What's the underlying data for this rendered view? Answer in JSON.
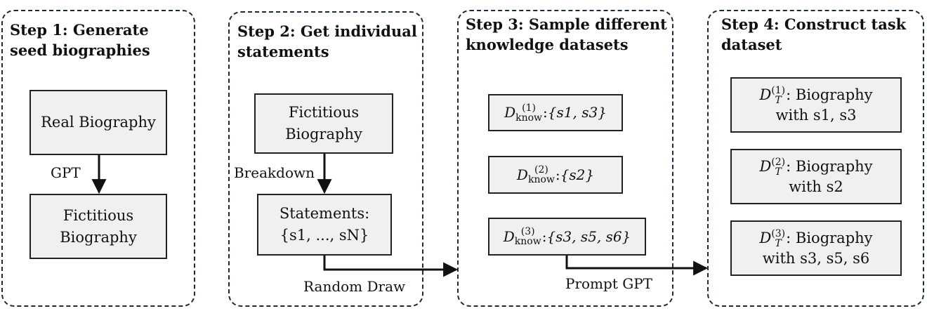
{
  "steps": [
    {
      "title": "Step 1: Generate seed biographies"
    },
    {
      "title": "Step 2: Get individual statements"
    },
    {
      "title": "Step 3: Sample different knowledge datasets"
    },
    {
      "title": "Step 4: Construct task dataset"
    }
  ],
  "step1": {
    "real_bio": "Real Biography",
    "gpt_label": "GPT",
    "fictitious_bio": "Fictitious Biography"
  },
  "step2": {
    "fictitious_bio": "Fictitious Biography",
    "breakdown_label": "Breakdown",
    "statements_label": "Statements:",
    "statements_set": "{s1, ..., sN}",
    "random_draw_label": "Random Draw"
  },
  "step3": {
    "datasets": [
      {
        "symbol": "D",
        "index": "(1)",
        "subscript": "know",
        "set": "{s1, s3}"
      },
      {
        "symbol": "D",
        "index": "(2)",
        "subscript": "know",
        "set": "{s2}"
      },
      {
        "symbol": "D",
        "index": "(3)",
        "subscript": "know",
        "set": "{s3, s5, s6}"
      }
    ],
    "prompt_label": "Prompt GPT"
  },
  "step4": {
    "tasks": [
      {
        "symbol": "D",
        "index": "(1)",
        "subscript": "T",
        "text": "Biography",
        "with": "with s1, s3"
      },
      {
        "symbol": "D",
        "index": "(2)",
        "subscript": "T",
        "text": "Biography",
        "with": "with s2"
      },
      {
        "symbol": "D",
        "index": "(3)",
        "subscript": "T",
        "text": "Biography",
        "with": "with s3, s5, s6"
      }
    ]
  }
}
